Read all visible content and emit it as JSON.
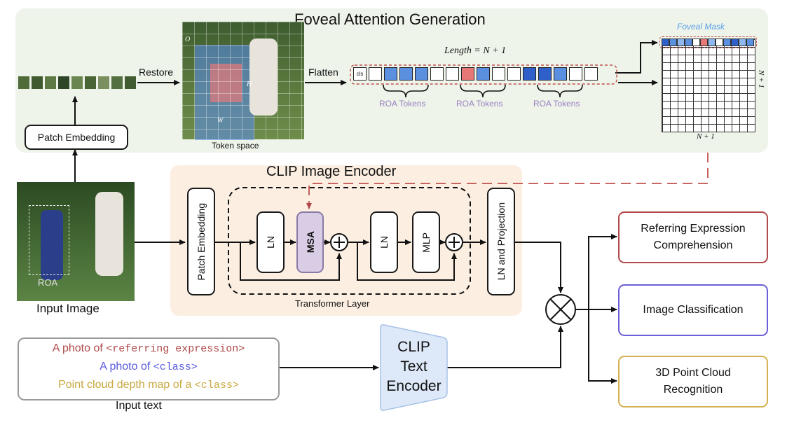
{
  "top_panel": {
    "title": "Foveal Attention Generation",
    "restore_label": "Restore",
    "flatten_label": "Flatten",
    "token_space_label": "Token space",
    "length_label": "Length = N + 1",
    "cls_label": "cls",
    "roa_tokens_label": "ROA Tokens",
    "foveal_mask_label": "Foveal Mask",
    "matrix_bottom_label": "N + 1",
    "matrix_side_label": "N + 1",
    "patch_embedding_label": "Patch Embedding",
    "token_grid_axis_o": "O",
    "token_grid_axis_h": "H",
    "token_grid_axis_w": "W"
  },
  "input_image": {
    "label": "Input Image",
    "roa_label": "ROA"
  },
  "clip_encoder": {
    "title": "CLIP Image Encoder",
    "patch_embedding_label": "Patch Embedding",
    "ln1_label": "LN",
    "msa_label": "MSA",
    "ln2_label": "LN",
    "mlp_label": "MLP",
    "ln_projection_label": "LN and Projection",
    "transformer_layer_label": "Transformer Layer"
  },
  "input_text": {
    "line1_prefix": "A photo of ",
    "line1_token": "<referring expression>",
    "line2_prefix": "A photo of ",
    "line2_token": "<class>",
    "line3_prefix": "Point cloud depth map of a ",
    "line3_token": "<class>",
    "label": "Input text"
  },
  "text_encoder": {
    "line1": "CLIP",
    "line2": "Text",
    "line3": "Encoder"
  },
  "tasks": {
    "task1_line1": "Referring Expression",
    "task1_line2": "Comprehension",
    "task2": "Image Classification",
    "task3_line1": "3D Point Cloud",
    "task3_line2": "Recognition"
  },
  "colors": {
    "top_panel_bg": "#eef4ea",
    "clip_panel_bg": "#fcefe2",
    "roa_token_blue": "#5b8fe0",
    "roa_token_dark_blue": "#2f5fc9",
    "roa_token_red": "#e87878",
    "roa_label_purple": "#9b7fbf",
    "foveal_mask_blue": "#5aa0e8",
    "dashed_red": "#c0504d",
    "msa_fill": "#d9cde6",
    "task1_border": "#b04a4a",
    "task2_border": "#6a5fd6",
    "task3_border": "#d4b050",
    "text_line1": "#b04a4a",
    "text_line2": "#5a5ae0",
    "text_line3": "#c8a840",
    "text_encoder_fill": "#dde9f8"
  },
  "token_sequence": [
    "cls",
    "empty",
    "blue",
    "blue",
    "blue",
    "empty",
    "empty",
    "red",
    "blue",
    "empty",
    "empty",
    "dark_blue",
    "dark_blue",
    "blue",
    "empty",
    "empty"
  ],
  "foveal_mask_row": [
    "dark_blue",
    "blue",
    "light_blue",
    "blue",
    "empty",
    "red",
    "light_blue",
    "empty",
    "blue",
    "dark_blue",
    "light_blue",
    "blue"
  ]
}
